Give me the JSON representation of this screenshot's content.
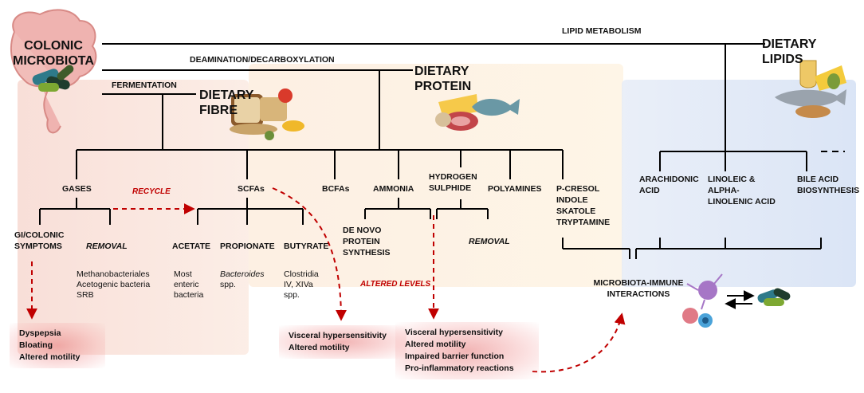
{
  "headings": {
    "colonic_microbiota": "COLONIC MICROBIOTA",
    "dietary_fibre": "DIETARY FIBRE",
    "dietary_protein": "DIETARY PROTEIN",
    "dietary_lipids": "DIETARY LIPIDS"
  },
  "pathways": {
    "lipid_metabolism": "LIPID METABOLISM",
    "deamination": "DEAMINATION/DECARBOXYLATION",
    "fermentation": "FERMENTATION"
  },
  "products": {
    "gases": "GASES",
    "recycle": "RECYCLE",
    "scfas": "SCFAs",
    "bcfas": "BCFAs",
    "ammonia": "AMMONIA",
    "hydrogen_sulphide": "HYDROGEN SULPHIDE",
    "polyamines": "POLYAMINES",
    "p_cresol_group": [
      "P-CRESOL",
      "INDOLE",
      "SKATOLE",
      "TRYPTAMINE"
    ],
    "arachidonic_acid": "ARACHIDONIC ACID",
    "linoleic": "LINOLEIC & ALPHA-LINOLENIC ACID",
    "bile_acid": "BILE ACID BIOSYNTHESIS"
  },
  "sub_items": {
    "gi_symptoms": "GI/COLONIC SYMPTOMS",
    "removal_1": "REMOVAL",
    "removal_2": "REMOVAL",
    "acetate": "ACETATE",
    "propionate": "PROPIONATE",
    "butyrate": "BUTYRATE",
    "de_novo": "DE NOVO PROTEIN SYNTHESIS",
    "altered_levels": "ALTERED LEVELS"
  },
  "organisms": {
    "removal_bacteria": [
      "Methanobacteriales",
      "Acetogenic bacteria",
      "SRB"
    ],
    "acetate_bacteria": [
      "Most",
      "enteric",
      "bacteria"
    ],
    "propionate_bacteria": [
      "Bacteroides",
      "spp."
    ],
    "butyrate_bacteria": [
      "Clostridia",
      "IV, XIVa",
      "spp."
    ]
  },
  "outcomes": {
    "box_1": [
      "Dyspepsia",
      "Bloating",
      "Altered motility"
    ],
    "box_2": [
      "Visceral hypersensitivity",
      "Altered motility"
    ],
    "box_3": [
      "Visceral hypersensitivity",
      "Altered motility",
      "Impaired barrier function",
      "Pro-inflammatory reactions"
    ]
  },
  "immune": {
    "label": "MICROBIOTA-IMMUNE INTERACTIONS"
  },
  "colors": {
    "line": "#000000",
    "dashed_arrow": "#c00000",
    "fibre_zone": "#f8d9cf",
    "protein_zone": "#fbebd2",
    "lipid_zone": "#dde6f5"
  },
  "icons": [
    "colon-icon",
    "bacteria-icon",
    "bread-icon",
    "meat-fish-icon",
    "lipids-icon",
    "immune-cells-icon",
    "exchange-arrows-icon"
  ]
}
